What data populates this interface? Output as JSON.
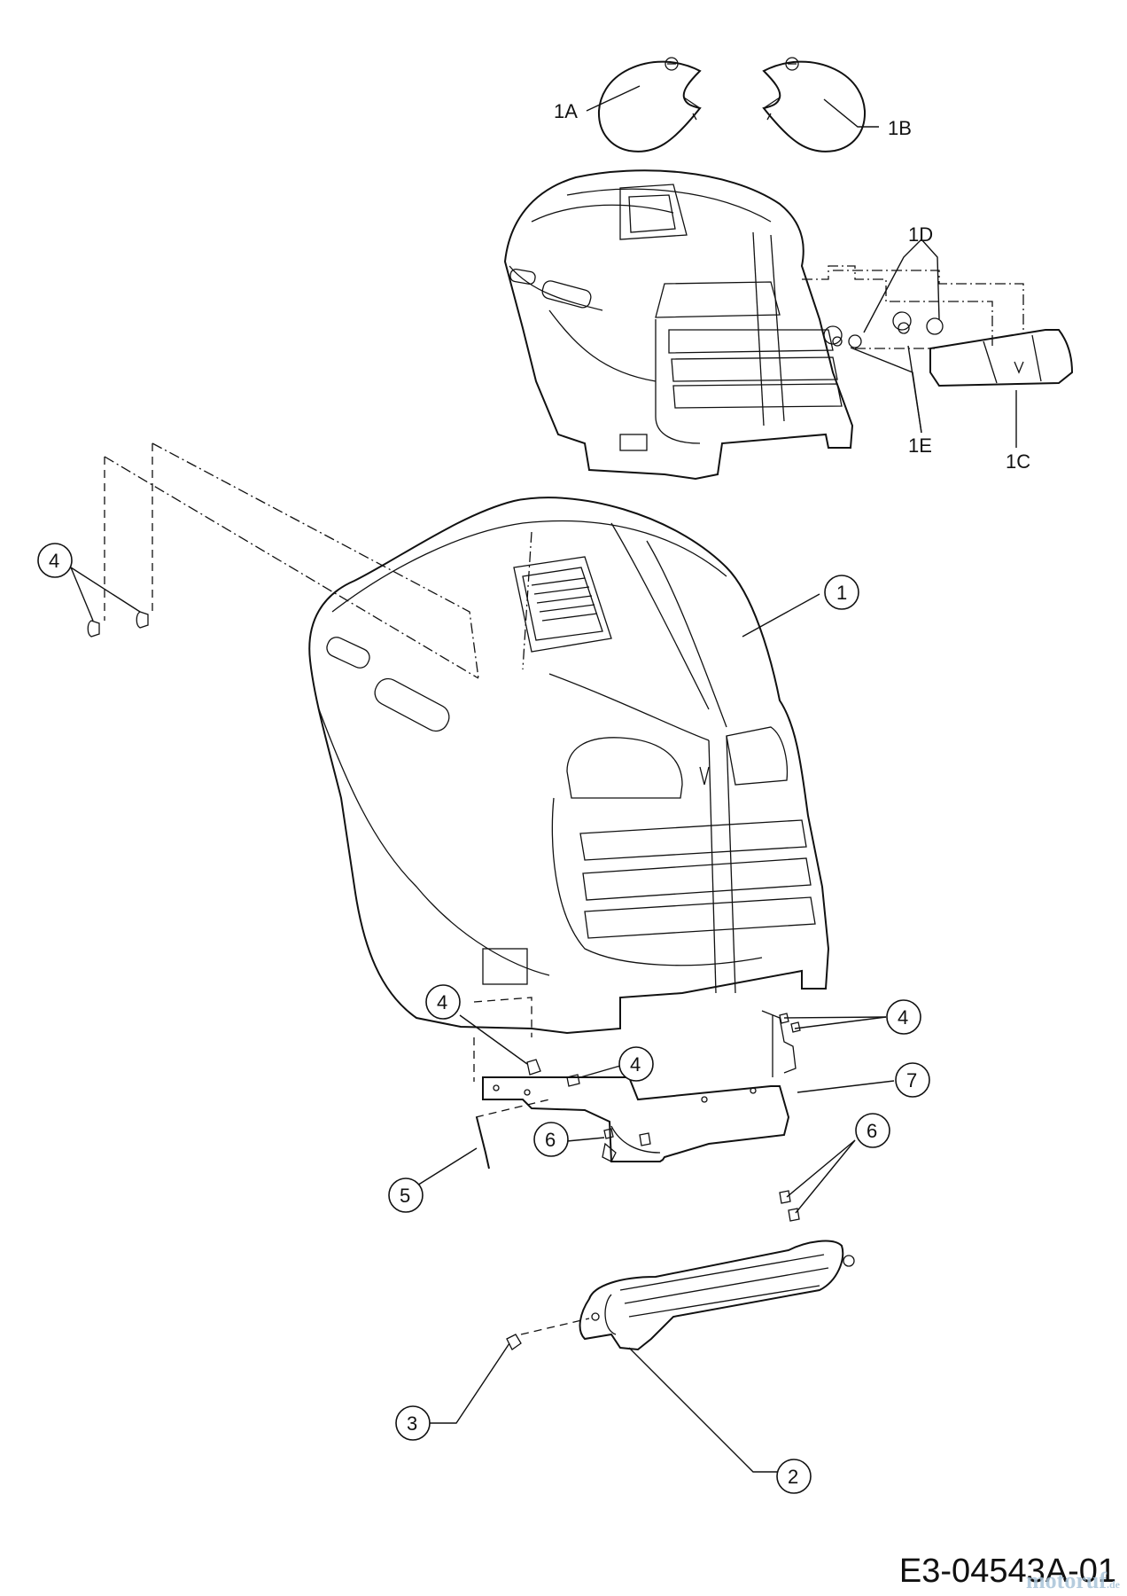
{
  "drawing_code": "E3-04543A-01",
  "watermark": {
    "text": "motoruf",
    "suffix": ".de"
  },
  "callouts": {
    "c_1a": "1A",
    "c_1b": "1B",
    "c_1c": "1C",
    "c_1d": "1D",
    "c_1e": "1E",
    "c_1": "1",
    "c_2": "2",
    "c_3": "3",
    "c_4a": "4",
    "c_4b": "4",
    "c_4c": "4",
    "c_4d": "4",
    "c_5": "5",
    "c_6a": "6",
    "c_6b": "6",
    "c_7": "7"
  }
}
